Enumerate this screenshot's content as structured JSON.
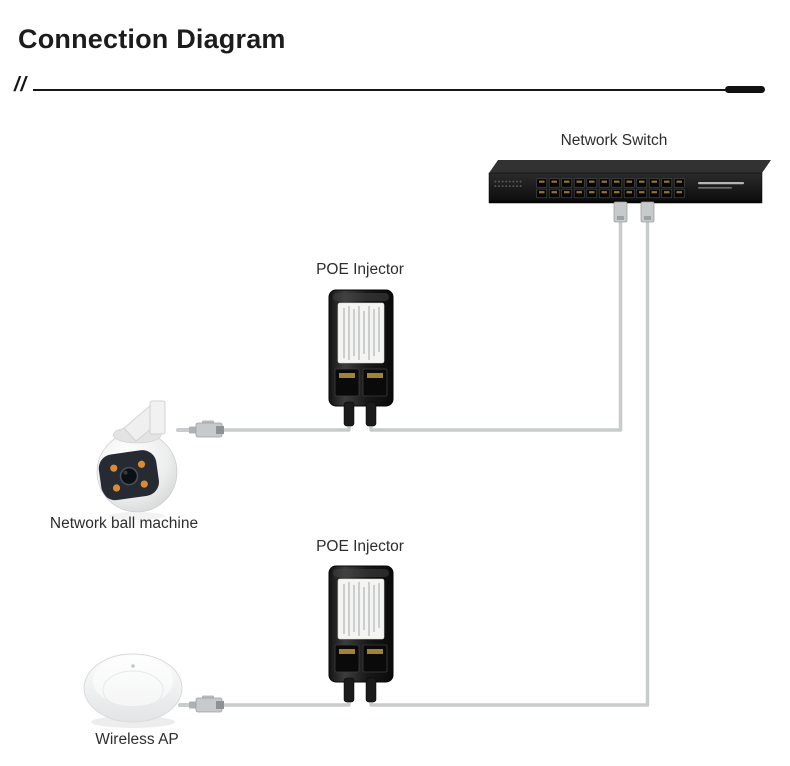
{
  "header": {
    "title": "Connection Diagram",
    "divider_mark": "//"
  },
  "labels": {
    "network_switch": "Network Switch",
    "poe_injector_top": "POE Injector",
    "poe_injector_bottom": "POE Injector",
    "camera": "Network ball machine",
    "wireless_ap": "Wireless AP"
  },
  "colors": {
    "cable": "#c9cccd",
    "device_body": "#161616",
    "ir_led": "#dd8a33",
    "text": "#2d2d2d",
    "divider": "#141414"
  }
}
